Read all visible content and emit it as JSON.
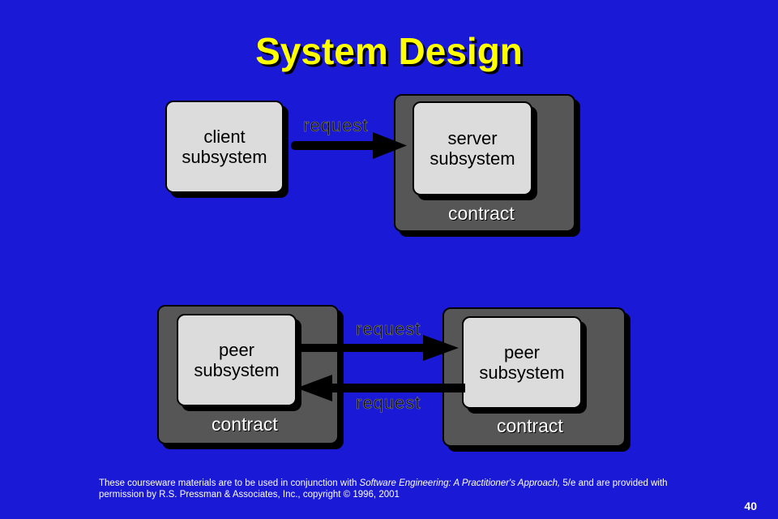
{
  "slide": {
    "title": "System Design",
    "top": {
      "client": [
        "client",
        "subsystem"
      ],
      "server": [
        "server",
        "subsystem"
      ],
      "contract": "contract",
      "request": "request"
    },
    "bottom": {
      "left_peer": [
        "peer",
        "subsystem"
      ],
      "right_peer": [
        "peer",
        "subsystem"
      ],
      "left_contract": "contract",
      "right_contract": "contract",
      "request_top": "request",
      "request_bottom": "request"
    },
    "footer": {
      "pre": "These courseware materials are to be used in conjunction with ",
      "book": "Software Engineering: A Practitioner's Approach,",
      "post": " 5/e and are provided with permission by R.S. Pressman & Associates, Inc., copyright © 1996, 2001"
    },
    "page_number": "40"
  },
  "colors": {
    "background": "#1a1ad6",
    "title": "#ffff00",
    "container": "#565656",
    "box": "#dcdcdc"
  }
}
